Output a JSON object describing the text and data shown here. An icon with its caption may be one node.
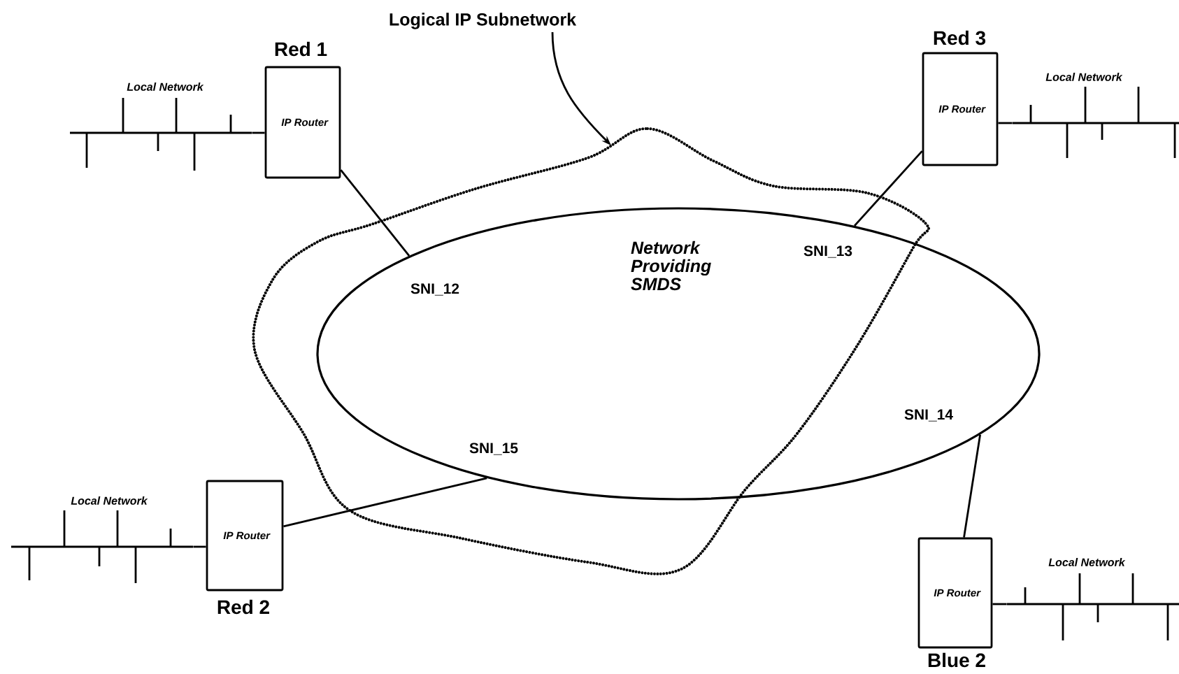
{
  "diagram": {
    "nodes": [
      {
        "text": [
          "Logical IP Subnetwork"
        ]
      },
      {
        "text": [
          "Network Providing SMDS"
        ]
      },
      {
        "text": [
          "IP Router"
        ],
        "beside": [
          "Red 1"
        ]
      },
      {
        "text": [
          "Local Network"
        ]
      },
      {
        "text": [
          "IP Router"
        ],
        "beside": [
          "Red 3"
        ]
      },
      {
        "text": [
          "Local Network"
        ]
      },
      {
        "text": [
          "IP Router"
        ],
        "beside": [
          "Red 2"
        ]
      },
      {
        "text": [
          "Local Network"
        ]
      },
      {
        "text": [
          "IP Router"
        ],
        "beside": [
          "Blue 2"
        ]
      },
      {
        "text": [
          "Local Network"
        ]
      }
    ],
    "edges": [
      {
        "from": 0,
        "to": null,
        "arrow": "to"
      },
      {
        "from": 2,
        "to": 1,
        "arrow": "none",
        "label": "SNI_12"
      },
      {
        "from": 4,
        "to": 1,
        "arrow": "none",
        "label": "SNI_13"
      },
      {
        "from": 6,
        "to": 1,
        "arrow": "none",
        "label": "SNI_15"
      },
      {
        "from": 8,
        "to": 1,
        "arrow": "none",
        "label": "SNI_14"
      },
      {
        "from": 3,
        "to": 2,
        "arrow": "none"
      },
      {
        "from": 5,
        "to": 4,
        "arrow": "none"
      },
      {
        "from": 7,
        "to": 6,
        "arrow": "none"
      },
      {
        "from": 9,
        "to": 8,
        "arrow": "none"
      }
    ]
  }
}
